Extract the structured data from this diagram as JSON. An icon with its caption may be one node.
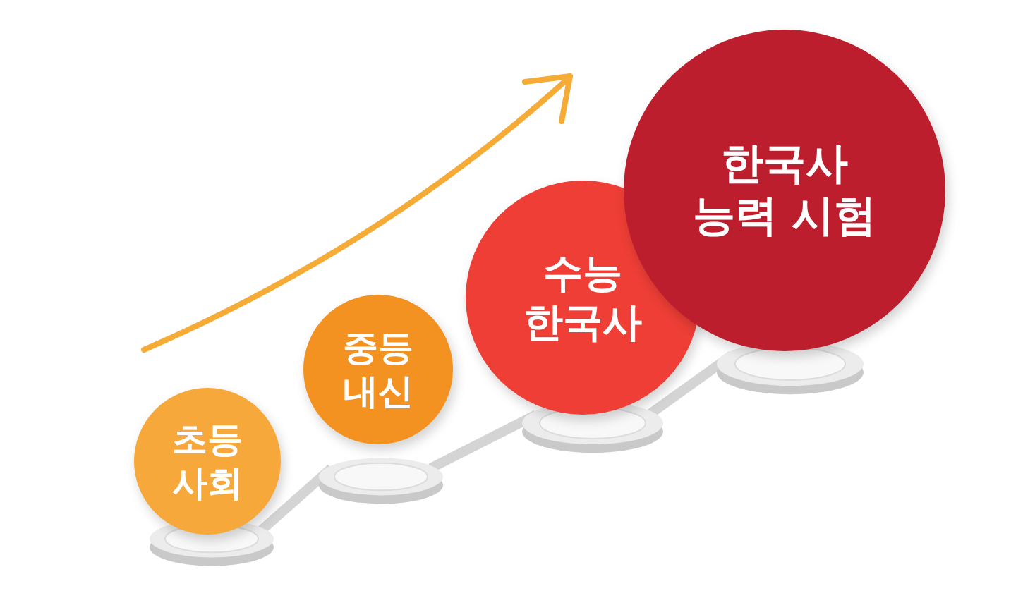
{
  "diagram": {
    "nodes": [
      {
        "text": [
          "초등 사회"
        ]
      },
      {
        "text": [
          "중등 내신"
        ]
      },
      {
        "text": [
          "수능 한국사"
        ]
      },
      {
        "text": [
          "한국사 능력 시험"
        ]
      }
    ],
    "edges": [
      {
        "from": 0,
        "to": 1,
        "arrow": "none"
      },
      {
        "from": 1,
        "to": 2,
        "arrow": "none"
      },
      {
        "from": 2,
        "to": 3,
        "arrow": "none"
      }
    ]
  }
}
